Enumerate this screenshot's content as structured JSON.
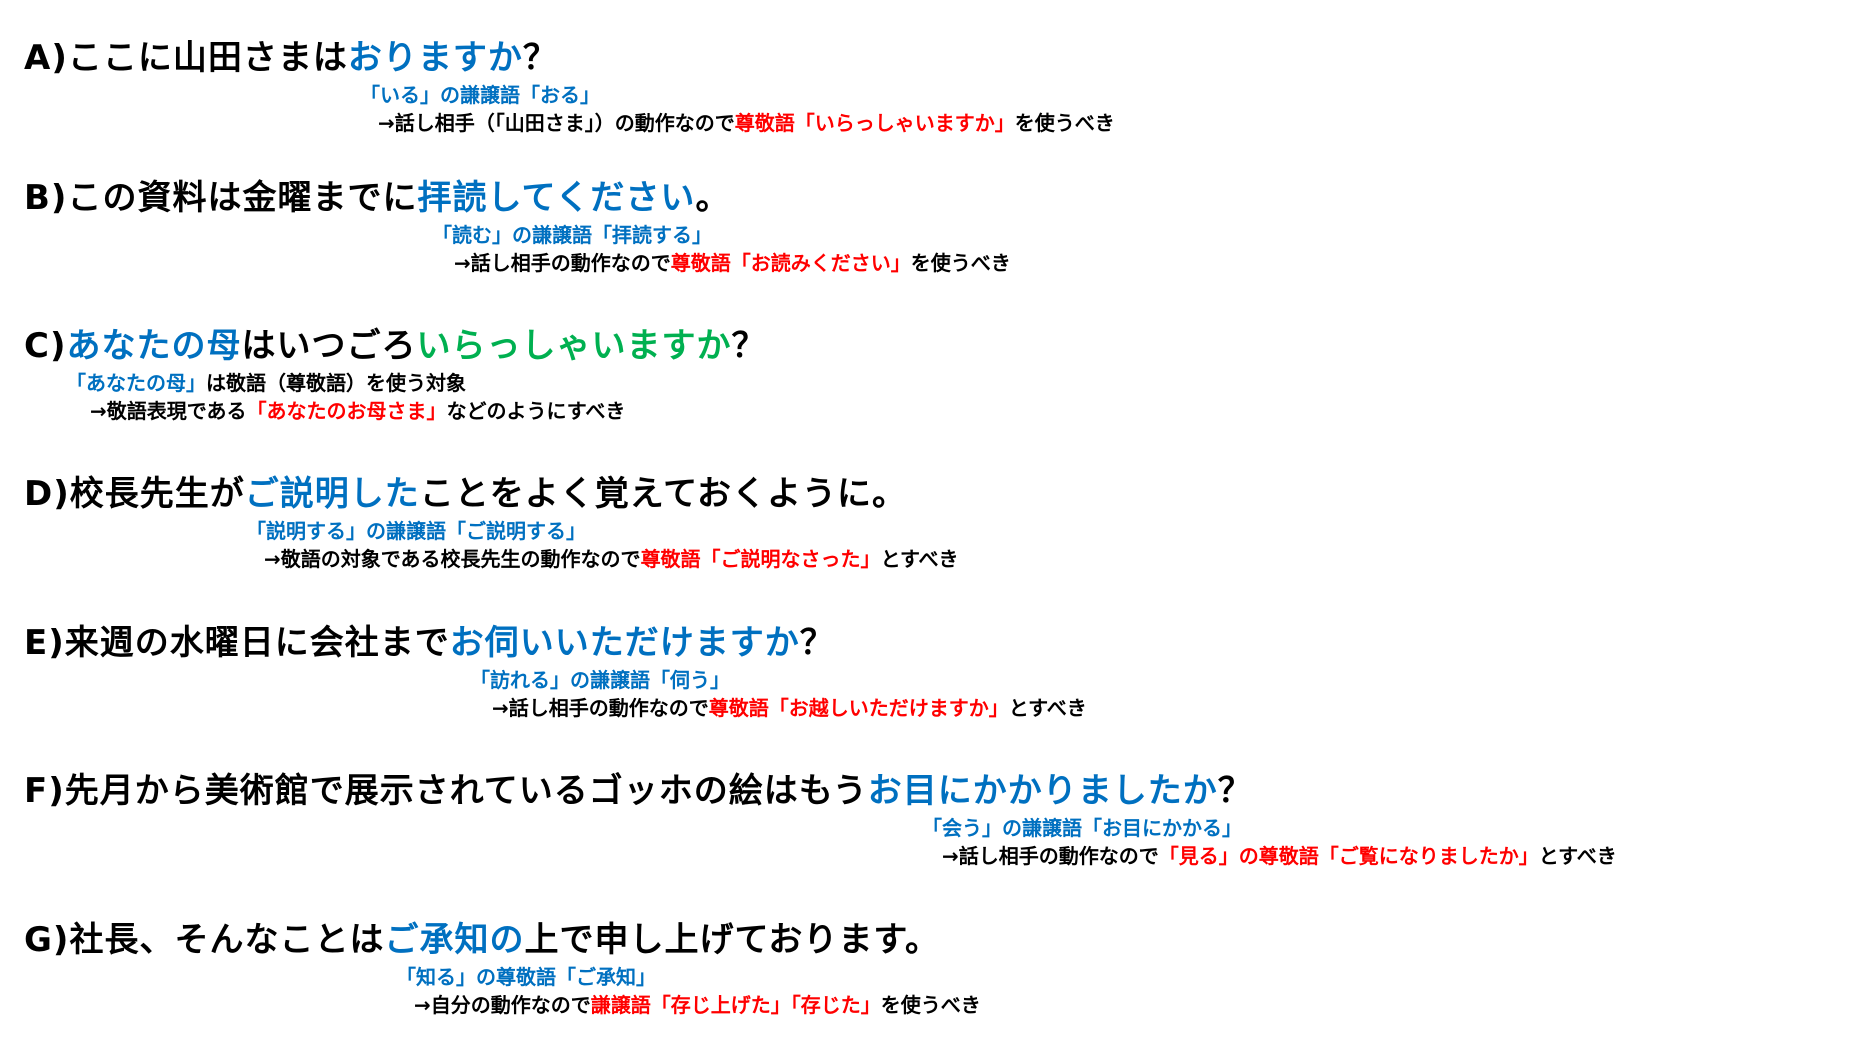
{
  "colors": {
    "black": "#000000",
    "blue": "#0070C0",
    "red": "#FF0000",
    "green": "#00B050"
  },
  "sections": [
    {
      "heading": [
        {
          "t": "A)ここに山田さまは",
          "c": "black"
        },
        {
          "t": "おりますか",
          "c": "blue"
        },
        {
          "t": "？",
          "c": "black"
        }
      ],
      "note": [
        {
          "t": "「いる」の謙譲語「おる」",
          "c": "blue"
        }
      ],
      "explain": [
        {
          "t": "→話し相手（「山田さま」）の動作なので",
          "c": "black"
        },
        {
          "t": "尊敬語「いらっしゃいますか」",
          "c": "red"
        },
        {
          "t": "を使うべき",
          "c": "black"
        }
      ]
    },
    {
      "heading": [
        {
          "t": "B)この資料は金曜までに",
          "c": "black"
        },
        {
          "t": "拝読してください",
          "c": "blue"
        },
        {
          "t": "。",
          "c": "black"
        }
      ],
      "note": [
        {
          "t": "「読む」の謙譲語「拝読する」",
          "c": "blue"
        }
      ],
      "explain": [
        {
          "t": "→話し相手の動作なので",
          "c": "black"
        },
        {
          "t": "尊敬語「お読みください」",
          "c": "red"
        },
        {
          "t": "を使うべき",
          "c": "black"
        }
      ]
    },
    {
      "heading": [
        {
          "t": "C)",
          "c": "black"
        },
        {
          "t": "あなたの母",
          "c": "blue"
        },
        {
          "t": "はいつごろ",
          "c": "black"
        },
        {
          "t": "いらっしゃいますか",
          "c": "green"
        },
        {
          "t": "？",
          "c": "black"
        }
      ],
      "note": [
        {
          "t": "「あなたの母」",
          "c": "blue"
        },
        {
          "t": "は敬語（尊敬語）を使う対象",
          "c": "black"
        }
      ],
      "explain": [
        {
          "t": "→敬語表現である",
          "c": "black"
        },
        {
          "t": "「あなたのお母さま」",
          "c": "red"
        },
        {
          "t": "などのようにすべき",
          "c": "black"
        }
      ]
    },
    {
      "heading": [
        {
          "t": "D)校長先生が",
          "c": "black"
        },
        {
          "t": "ご説明した",
          "c": "blue"
        },
        {
          "t": "ことをよく覚えておくように。",
          "c": "black"
        }
      ],
      "note": [
        {
          "t": "「説明する」の謙譲語「ご説明する」",
          "c": "blue"
        }
      ],
      "explain": [
        {
          "t": "→敬語の対象である校長先生の動作なので",
          "c": "black"
        },
        {
          "t": "尊敬語「ご説明なさった」",
          "c": "red"
        },
        {
          "t": "とすべき",
          "c": "black"
        }
      ]
    },
    {
      "heading": [
        {
          "t": "E)来週の水曜日に会社まで",
          "c": "black"
        },
        {
          "t": "お伺いいただけますか",
          "c": "blue"
        },
        {
          "t": "？",
          "c": "black"
        }
      ],
      "note": [
        {
          "t": "「訪れる」の謙譲語「伺う」",
          "c": "blue"
        }
      ],
      "explain": [
        {
          "t": "→話し相手の動作なので",
          "c": "black"
        },
        {
          "t": "尊敬語「お越しいただけますか」",
          "c": "red"
        },
        {
          "t": "とすべき",
          "c": "black"
        }
      ]
    },
    {
      "heading": [
        {
          "t": "F)先月から美術館で展示されているゴッホの絵はもう",
          "c": "black"
        },
        {
          "t": "お目にかかりましたか",
          "c": "blue"
        },
        {
          "t": "？",
          "c": "black"
        }
      ],
      "note": [
        {
          "t": "「会う」の謙譲語「お目にかかる」",
          "c": "blue"
        }
      ],
      "explain": [
        {
          "t": "→話し相手の動作なので",
          "c": "black"
        },
        {
          "t": "「見る」の尊敬語「ご覧になりましたか」",
          "c": "red"
        },
        {
          "t": "とすべき",
          "c": "black"
        }
      ]
    },
    {
      "heading": [
        {
          "t": "G)社長、そんなことは",
          "c": "black"
        },
        {
          "t": "ご承知の",
          "c": "blue"
        },
        {
          "t": "上で申し上げております。",
          "c": "black"
        }
      ],
      "note": [
        {
          "t": "「知る」の尊敬語「ご承知」",
          "c": "blue"
        }
      ],
      "explain": [
        {
          "t": "→自分の動作なので",
          "c": "black"
        },
        {
          "t": "謙譲語「存じ上げた」「存じた」",
          "c": "red"
        },
        {
          "t": "を使うべき",
          "c": "black"
        }
      ]
    }
  ]
}
